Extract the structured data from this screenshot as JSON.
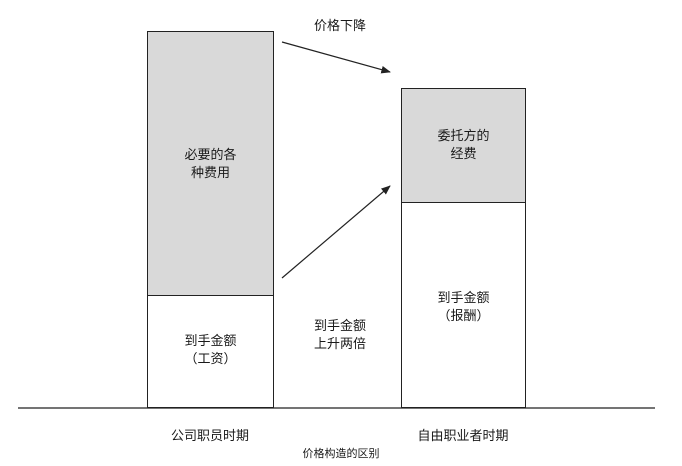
{
  "top_annotation": "价格下降",
  "middle_annotation": "到手金额\n上升两倍",
  "caption": "价格构造的区别",
  "columns": [
    {
      "name": "公司职员时期",
      "top_label": "必要的各\n种费用",
      "bottom_label": "到手金额\n（工资）"
    },
    {
      "name": "自由职业者时期",
      "top_label": "委托方的\n经费",
      "bottom_label": "到手金额\n（报酬）"
    }
  ],
  "colors": {
    "fill": "#d9d9d9",
    "line": "#222222"
  }
}
